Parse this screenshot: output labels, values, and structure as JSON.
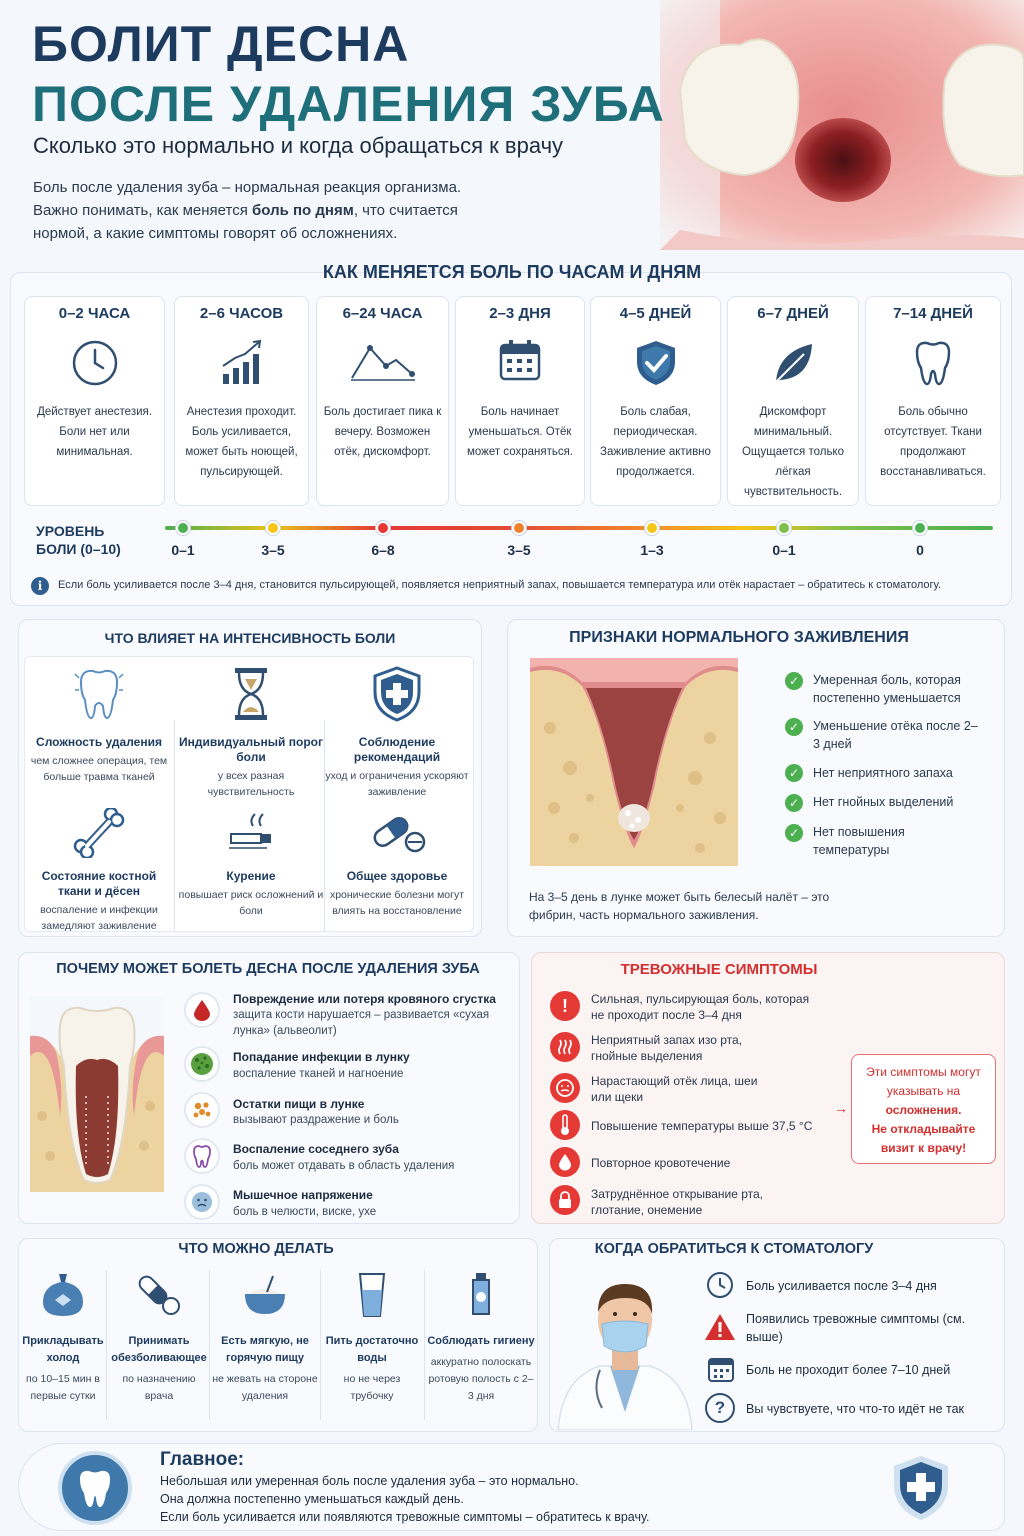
{
  "header": {
    "title_line1": "БОЛИТ ДЕСНА",
    "title_line2": "ПОСЛЕ УДАЛЕНИЯ ЗУБА",
    "subtitle": "Сколько это нормально и когда обращаться к врачу",
    "intro_line1": "Боль после удаления зуба – нормальная реакция организма.",
    "intro_line2_a": "Важно понимать, как меняется ",
    "intro_line2_bold": "боль по дням",
    "intro_line2_b": ", что считается",
    "intro_line3": "нормой, а какие симптомы говорят об осложнениях."
  },
  "timeline": {
    "title": "КАК МЕНЯЕТСЯ БОЛЬ ПО ЧАСАМ И ДНЯМ",
    "stages": [
      {
        "period": "0–2 ЧАСА",
        "icon": "clock-icon",
        "text": "Действует анестезия. Боли нет или минимальная."
      },
      {
        "period": "2–6 ЧАСОВ",
        "icon": "rising-chart-icon",
        "text": "Анестезия проходит. Боль усиливается, может быть ноющей, пульсирующей."
      },
      {
        "period": "6–24 ЧАСА",
        "icon": "peak-line-icon",
        "text": "Боль достигает пика к вечеру. Возможен отёк, дискомфорт."
      },
      {
        "period": "2–3 ДНЯ",
        "icon": "calendar-icon",
        "text": "Боль начинает уменьшаться. Отёк может сохраняться."
      },
      {
        "period": "4–5 ДНЕЙ",
        "icon": "shield-check-icon",
        "text": "Боль слабая, периодическая. Заживление активно продолжается."
      },
      {
        "period": "6–7 ДНЕЙ",
        "icon": "leaf-icon",
        "text": "Дискомфорт минимальный. Ощущается только лёгкая чувствительность."
      },
      {
        "period": "7–14 ДНЕЙ",
        "icon": "tooth-icon",
        "text": "Боль обычно отсутствует. Ткани продолжают восстанавливаться."
      }
    ],
    "scale_label_1": "УРОВЕНЬ",
    "scale_label_2": "БОЛИ (0–10)",
    "levels": [
      {
        "value": "0–1",
        "color": "#4caf50"
      },
      {
        "value": "3–5",
        "color": "#f5c518"
      },
      {
        "value": "6–8",
        "color": "#e53935"
      },
      {
        "value": "3–5",
        "color": "#f0822d"
      },
      {
        "value": "1–3",
        "color": "#f5c518"
      },
      {
        "value": "0–1",
        "color": "#7cbf4a"
      },
      {
        "value": "0",
        "color": "#4caf50"
      }
    ],
    "note": "Если боль усиливается после 3–4 дня, становится пульсирующей, появляется неприятный запах, повышается температура или отёк нарастает – обратитесь к стоматологу."
  },
  "factors": {
    "title": "ЧТО ВЛИЯЕТ НА ИНТЕНСИВНОСТЬ БОЛИ",
    "items": [
      {
        "name": "Сложность удаления",
        "desc": "чем сложнее операция, тем больше травма тканей",
        "icon": "tooth-outline-icon"
      },
      {
        "name": "Индивидуальный порог боли",
        "desc": "у всех разная чувствительность",
        "icon": "hourglass-icon"
      },
      {
        "name": "Соблюдение рекомендаций",
        "desc": "уход и ограничения ускоряют заживление",
        "icon": "shield-plus-icon"
      },
      {
        "name": "Состояние костной ткани и дёсен",
        "desc": "воспаление и инфекции замедляют заживление",
        "icon": "bone-icon"
      },
      {
        "name": "Курение",
        "desc": "повышает риск осложнений и боли",
        "icon": "cigarette-icon"
      },
      {
        "name": "Общее здоровье",
        "desc": "хронические болезни могут влиять на восстановление",
        "icon": "pill-icon"
      }
    ]
  },
  "healing": {
    "title": "ПРИЗНАКИ НОРМАЛЬНОГО ЗАЖИВЛЕНИЯ",
    "checks": [
      "Умеренная боль, которая постепенно уменьшается",
      "Уменьшение отёка после 2–3 дней",
      "Нет неприятного запаха",
      "Нет гнойных выделений",
      "Нет повышения температуры"
    ],
    "note": "На 3–5 день в лунке может быть белесый налёт – это фибрин, часть нормального заживления."
  },
  "reasons": {
    "title": "ПОЧЕМУ МОЖЕТ БОЛЕТЬ ДЕСНА ПОСЛЕ УДАЛЕНИЯ ЗУБА",
    "items": [
      {
        "title": "Повреждение или потеря кровяного сгустка",
        "desc": "защита кости нарушается – развивается «сухая лунка» (альвеолит)",
        "icon": "blood-drop-icon"
      },
      {
        "title": "Попадание инфекции в лунку",
        "desc": "воспаление тканей и нагноение",
        "icon": "bacteria-icon"
      },
      {
        "title": "Остатки пищи в лунке",
        "desc": "вызывают раздражение и боль",
        "icon": "food-particles-icon"
      },
      {
        "title": "Воспаление соседнего зуба",
        "desc": "боль может отдавать в область удаления",
        "icon": "tooth-icon"
      },
      {
        "title": "Мышечное напряжение",
        "desc": "боль в челюсти, виске, ухе",
        "icon": "face-icon"
      }
    ]
  },
  "alarms": {
    "title": "ТРЕВОЖНЫЕ СИМПТОМЫ",
    "items": [
      {
        "text": "Сильная, пульсирующая боль, которая не проходит после 3–4 дня",
        "icon": "exclamation-icon"
      },
      {
        "text": "Неприятный запах изо рта, гнойные выделения",
        "icon": "smell-waves-icon"
      },
      {
        "text": "Нарастающий отёк лица, шеи или щеки",
        "icon": "swollen-face-icon"
      },
      {
        "text": "Повышение температуры выше 37,5 °C",
        "icon": "thermometer-icon"
      },
      {
        "text": "Повторное кровотечение",
        "icon": "drop-icon"
      },
      {
        "text": "Затруднённое открывание рта, глотание, онемение",
        "icon": "lock-icon"
      }
    ],
    "callout_1": "Эти симптомы могут указывать на",
    "callout_2": "осложнения.",
    "callout_3": "Не откладывайте визит к врачу!"
  },
  "dos": {
    "title": "ЧТО МОЖНО ДЕЛАТЬ",
    "items": [
      {
        "name": "Прикладывать холод",
        "desc": "по 10–15 мин в первые сутки",
        "icon": "ice-pack-icon"
      },
      {
        "name": "Принимать обезболивающее",
        "desc": "по назначению врача",
        "icon": "pill-icon"
      },
      {
        "name": "Есть мягкую, не горячую пищу",
        "desc": "не жевать на стороне удаления",
        "icon": "bowl-icon"
      },
      {
        "name": "Пить достаточно воды",
        "desc": "но не через трубочку",
        "icon": "glass-icon"
      },
      {
        "name": "Соблюдать гигиену",
        "desc": "аккуратно полоскать ротовую полость с 2–3 дня",
        "icon": "rinse-bottle-icon"
      }
    ]
  },
  "when": {
    "title": "КОГДА ОБРАТИТЬСЯ К СТОМАТОЛОГУ",
    "items": [
      {
        "text": "Боль усиливается после 3–4 дня",
        "icon": "clock-icon"
      },
      {
        "text": "Появились тревожные симптомы (см. выше)",
        "icon": "warning-icon"
      },
      {
        "text": "Боль не проходит более 7–10 дней",
        "icon": "calendar-icon"
      },
      {
        "text": "Вы чувствуете, что что-то идёт не так",
        "icon": "question-icon"
      }
    ]
  },
  "summary": {
    "title": "Главное:",
    "line1": "Небольшая или умеренная боль после удаления зуба – это нормально.",
    "line2": "Она должна постепенно уменьшаться каждый день.",
    "line3": "Если боль усиливается или появляются тревожные симптомы – обратитесь к врачу."
  },
  "colors": {
    "navy": "#1d3a5f",
    "teal": "#1f6f7a",
    "red": "#d32f2f",
    "green": "#4caf50",
    "accent_blue": "#2f5e8e"
  }
}
